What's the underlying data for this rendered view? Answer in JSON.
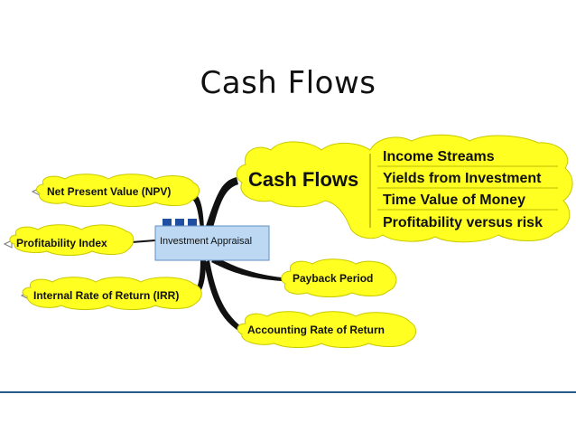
{
  "slide": {
    "title": "Cash Flows"
  },
  "center": {
    "label": "Investment Appraisal"
  },
  "main_topic": {
    "label": "Cash Flows",
    "subtopics": [
      "Income Streams",
      "Yields from Investment",
      "Time Value of Money",
      "Profitability versus risk"
    ]
  },
  "branches": {
    "npv": "Net Present Value (NPV)",
    "profitability_index": "Profitability Index",
    "irr": "Internal Rate of Return (IRR)",
    "payback": "Payback Period",
    "arr": "Accounting Rate of Return"
  },
  "colors": {
    "cloud_fill": "#ffff22",
    "cloud_stroke": "#c8c800",
    "center_fill": "#bcd8f2",
    "center_stroke": "#5f8fc4",
    "center_tabs": "#1f4fa0",
    "connector": "#111111",
    "footer_line": "#2c5a8a"
  }
}
